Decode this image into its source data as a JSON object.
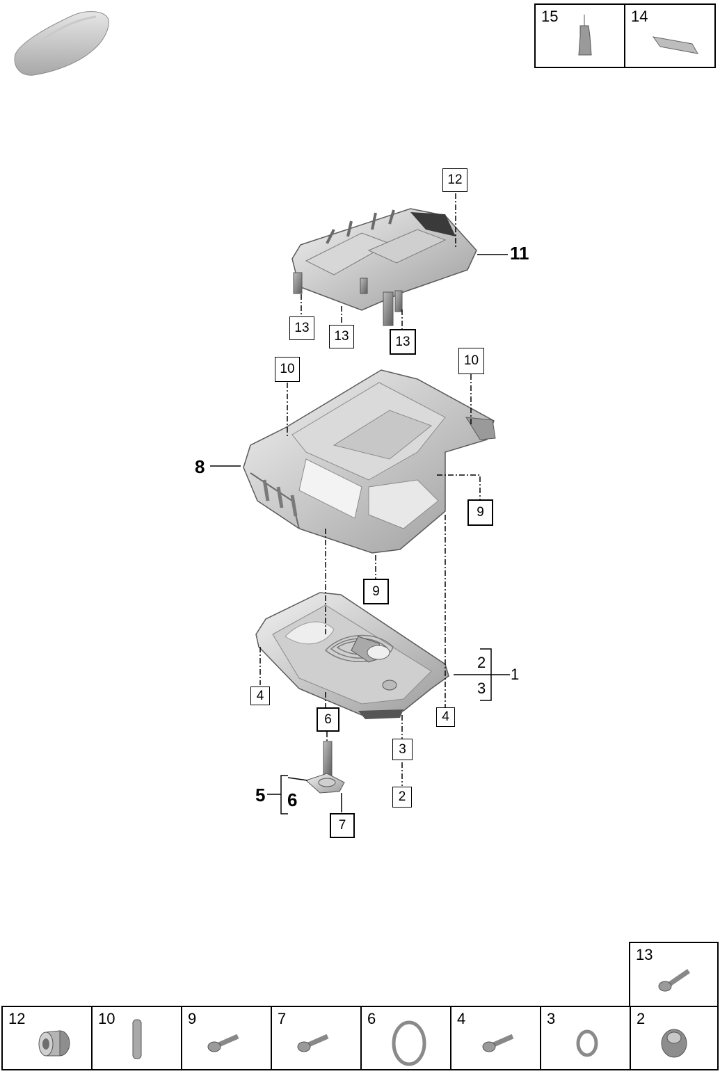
{
  "top_legend": [
    {
      "number": "15",
      "icon": "oil-bottle-icon"
    },
    {
      "number": "14",
      "icon": "tube-icon"
    }
  ],
  "bottom_legend": [
    {
      "number": "12",
      "icon": "bushing-icon"
    },
    {
      "number": "10",
      "icon": "dowel-pin-icon"
    },
    {
      "number": "9",
      "icon": "bolt-icon"
    },
    {
      "number": "7",
      "icon": "bolt-icon"
    },
    {
      "number": "6",
      "icon": "sealing-ring-icon"
    },
    {
      "number": "4",
      "icon": "bolt-icon"
    },
    {
      "number": "3",
      "icon": "o-ring-icon"
    },
    {
      "number": "2",
      "icon": "plug-icon"
    }
  ],
  "extra_legend": {
    "number": "13",
    "icon": "bolt-icon"
  },
  "callouts": {
    "c12": "12",
    "c13a": "13",
    "c13b": "13",
    "c13c": "13",
    "c10a": "10",
    "c10b": "10",
    "c9a": "9",
    "c9b": "9",
    "c4a": "4",
    "c4b": "4",
    "c6box": "6",
    "c3": "3",
    "c2": "2",
    "c7": "7"
  },
  "labels": {
    "l11": "11",
    "l8": "8",
    "l1": "1",
    "l2": "2",
    "l3": "3",
    "l5": "5",
    "l6": "6"
  }
}
